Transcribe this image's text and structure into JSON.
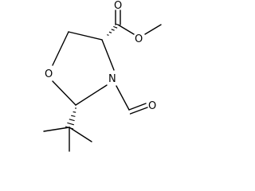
{
  "molecule": {
    "atoms": {
      "ring_oxygen": "O",
      "ring_nitrogen": "N",
      "formyl_oxygen": "O",
      "carbonyl_oxygen": "O",
      "ester_oxygen": "O"
    },
    "colors": {
      "bond": "#000000",
      "label": "#000000",
      "background": "#ffffff"
    }
  }
}
